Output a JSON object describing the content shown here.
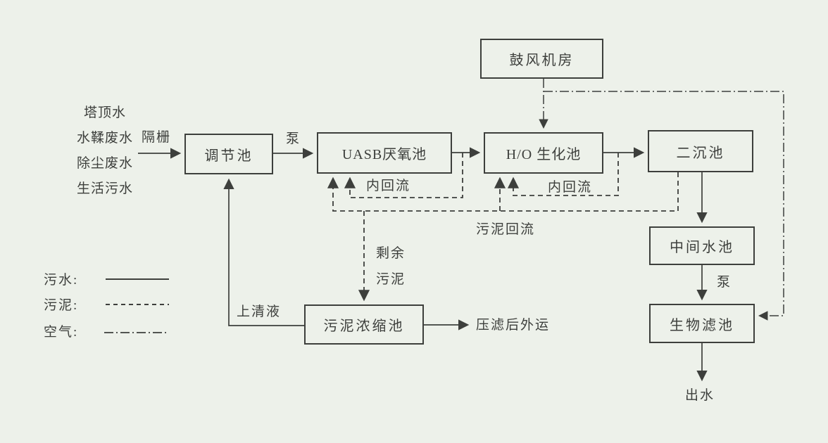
{
  "colors": {
    "background": "#edf1ea",
    "ink": "#3d3f3c"
  },
  "influent": {
    "lines": [
      "塔顶水",
      "水鞣废水",
      "除尘废水",
      "生活污水"
    ]
  },
  "boxes": {
    "blower": "鼓风机房",
    "regulation": "调节池",
    "uasb": "UASB厌氧池",
    "ho": "H/O 生化池",
    "secondary": "二沉池",
    "intermediate": "中间水池",
    "biofilter": "生物滤池",
    "thickener": "污泥浓缩池"
  },
  "labels": {
    "grid": "隔栅",
    "pump1": "泵",
    "pump2": "泵",
    "reflux_uasb": "内回流",
    "reflux_ho": "内回流",
    "sludge_return": "污泥回流",
    "excess_sludge_1": "剩余",
    "excess_sludge_2": "污泥",
    "supernatant": "上清液",
    "press_out": "压滤后外运",
    "effluent": "出水"
  },
  "legend": {
    "items": [
      {
        "label": "污水:",
        "style": "solid"
      },
      {
        "label": "污泥:",
        "style": "dashed"
      },
      {
        "label": "空气:",
        "style": "dashdot"
      }
    ]
  }
}
